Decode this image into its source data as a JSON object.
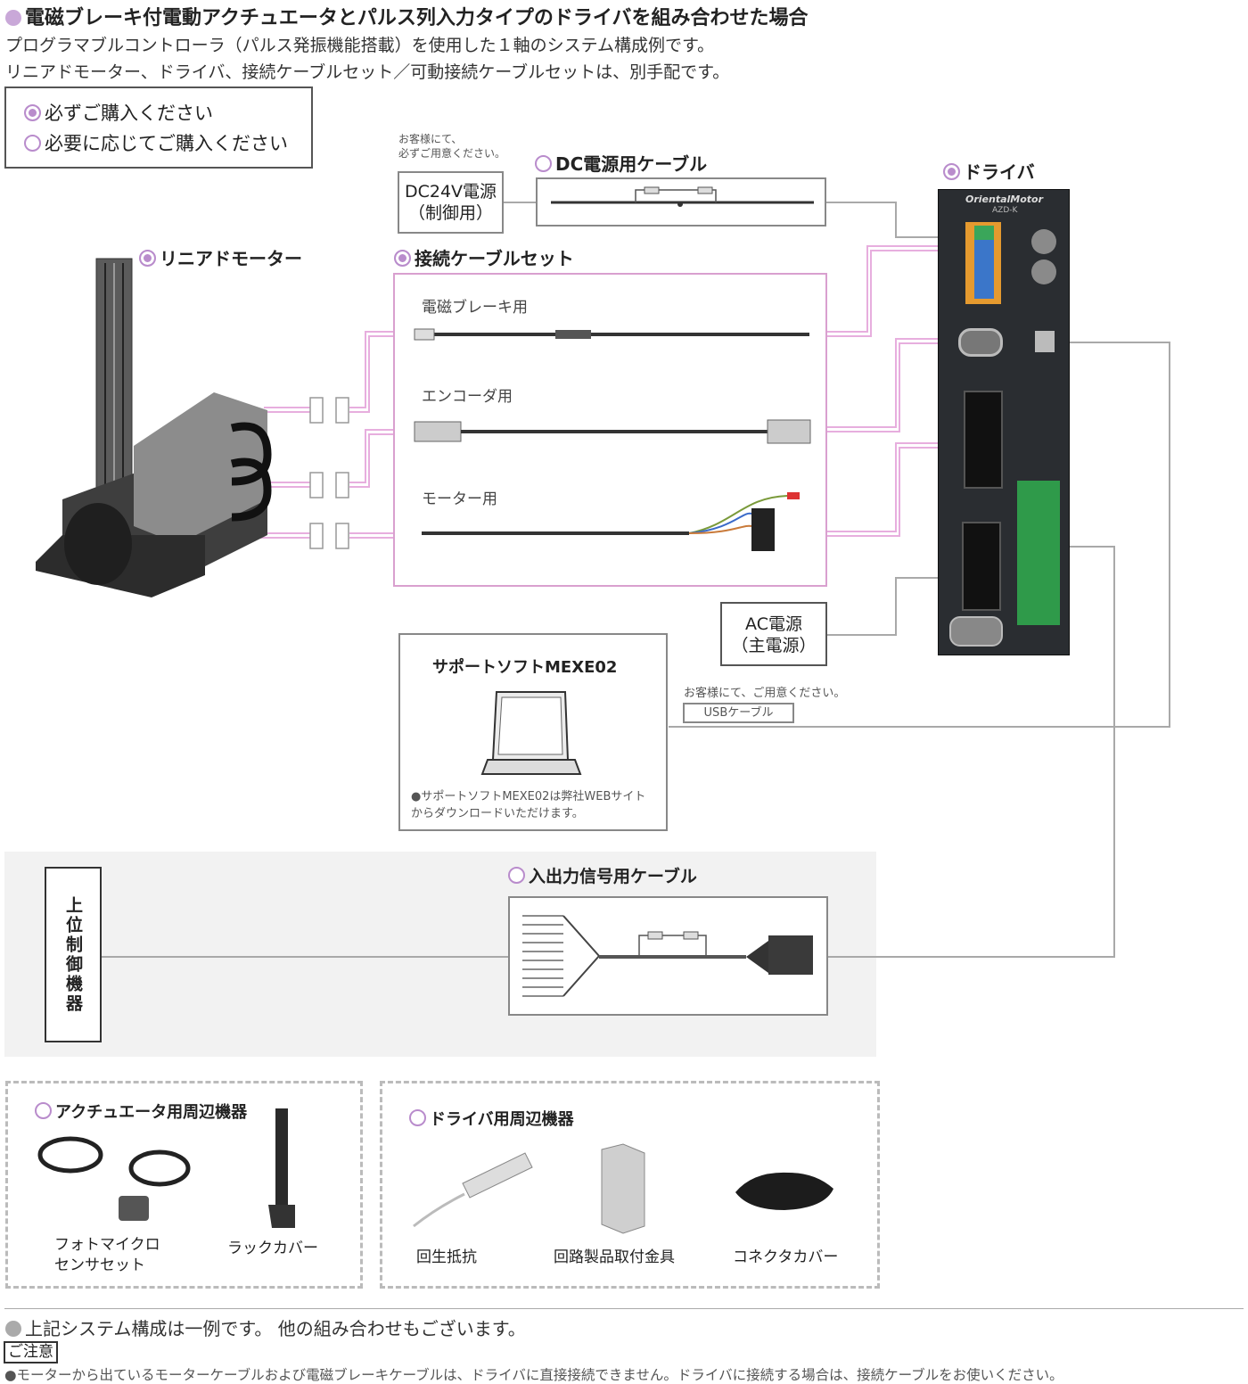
{
  "header": {
    "title": "電磁ブレーキ付電動アクチュエータとパルス列入力タイプのドライバを組み合わせた場合",
    "line1": "プログラマブルコントローラ（パルス発振機能搭載）を使用した１軸のシステム構成例です。",
    "line2": "リニアドモーター、ドライバ、接続ケーブルセット／可動接続ケーブルセットは、別手配です。"
  },
  "legend": {
    "required": "必ずご購入ください",
    "optional": "必要に応じてご購入ください"
  },
  "components": {
    "dc_note_1": "お客様にて、",
    "dc_note_2": "必ずご用意ください。",
    "dc_power_1": "DC24V電源",
    "dc_power_2": "（制御用）",
    "dc_cable": "DC電源用ケーブル",
    "driver": "ドライバ",
    "driver_brand": "OrientalMotor",
    "driver_model": "AZD-K",
    "linear_motor": "リニアドモーター",
    "cable_set": "接続ケーブルセット",
    "brake_cable": "電磁ブレーキ用",
    "encoder_cable": "エンコーダ用",
    "motor_cable": "モーター用",
    "ac_power_1": "AC電源",
    "ac_power_2": "（主電源）",
    "software_title": "サポートソフトMEXE02",
    "software_note_1": "●サポートソフトMEXE02は弊社WEBサイト",
    "software_note_2": "からダウンロードいただけます。",
    "usb_note": "お客様にて、ご用意ください。",
    "usb_cable": "USBケーブル",
    "host_controller": "上位制御機器",
    "io_cable": "入出力信号用ケーブル"
  },
  "peripherals": {
    "actuator_title": "アクチュエータ用周辺機器",
    "photo_sensor_1": "フォトマイクロ",
    "photo_sensor_2": "センサセット",
    "rack_cover": "ラックカバー",
    "driver_title": "ドライバ用周辺機器",
    "regen_resistor": "回生抵抗",
    "mount_bracket": "回路製品取付金具",
    "connector_cover": "コネクタカバー"
  },
  "footer": {
    "note": "上記システム構成は一例です。 他の組み合わせもございます。",
    "caution_label": "ご注意",
    "caution_text": "●モーターから出ているモーターケーブルおよび電磁ブレーキケーブルは、ドライバに直接接続できません。ドライバに接続する場合は、接続ケーブルをお使いください。"
  },
  "colors": {
    "pink": "#e7aede",
    "accent": "#b98ccc",
    "line_gray": "#a9a9a9"
  }
}
